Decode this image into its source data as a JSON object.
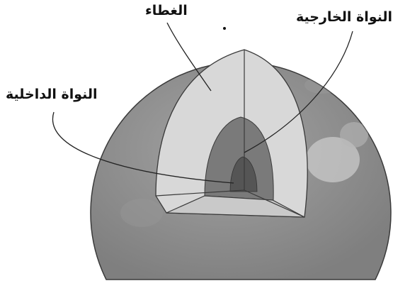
{
  "labels": {
    "crust": "الغطاء",
    "outer_core": "النواة الخارجية",
    "inner_core": "النواة الداخلية"
  },
  "colors": {
    "sphere": "#8c8c8c",
    "mantle_cutaway": "#d8d8d8",
    "outer_core": "#7a7a7a",
    "inner_core": "#555555",
    "outline": "#3a3a3a"
  }
}
